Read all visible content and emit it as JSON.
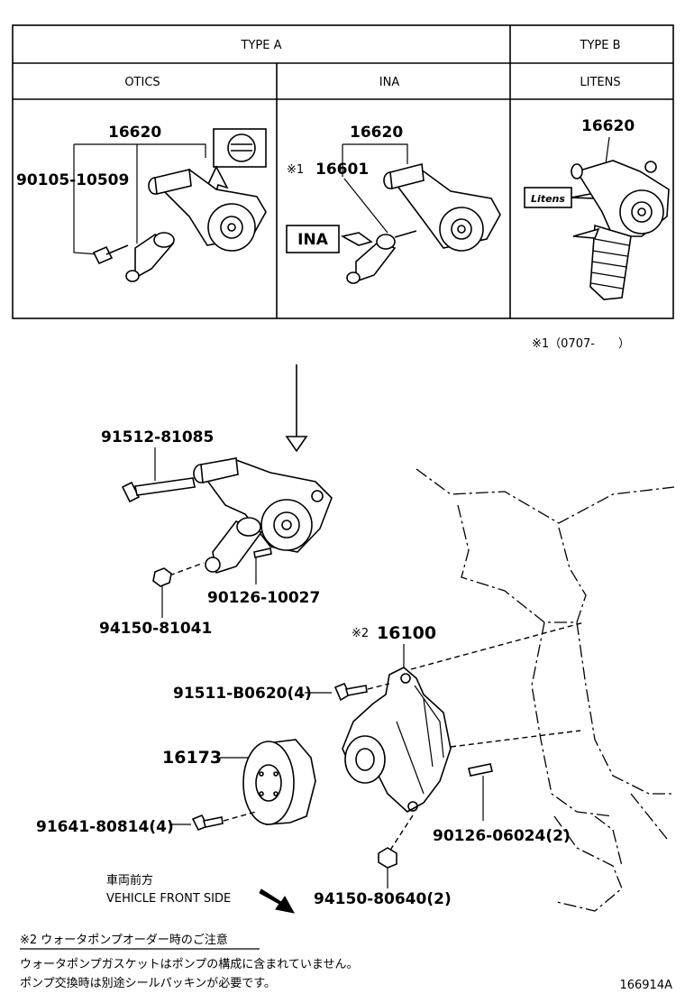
{
  "table": {
    "type_a": "TYPE A",
    "type_b": "TYPE B",
    "col_otics": "OTICS",
    "col_ina": "INA",
    "col_litens": "LITENS",
    "otics": {
      "assembly": "16620",
      "bolt": "90105-10509"
    },
    "ina": {
      "assembly": "16620",
      "tensioner_mark": "※1",
      "tensioner": "16601",
      "label_box": "INA"
    },
    "litens": {
      "assembly": "16620",
      "logo": "Litens"
    }
  },
  "footnote_1": "※1（0707-　　）",
  "parts": {
    "bolt_long": "91512-81085",
    "stud_tensioner": "90126-10027",
    "nut_tensioner": "94150-81041",
    "pump_mark": "※2",
    "water_pump": "16100",
    "pump_bolt": "91511-B0620(4)",
    "pulley": "16173",
    "pulley_bolt": "91641-80814(4)",
    "pump_stud": "90126-06024(2)",
    "pump_nut": "94150-80640(2)"
  },
  "front": {
    "jp": "車両前方",
    "en": "VEHICLE FRONT SIDE"
  },
  "notes": {
    "title": "※2 ウォータポンプオーダー時のご注意",
    "line1": "ウォータポンプガスケットはポンプの構成に含まれていません。",
    "line2": "ポンプ交換時は別途シールパッキンが必要です。"
  },
  "diagram_id": "166914A"
}
